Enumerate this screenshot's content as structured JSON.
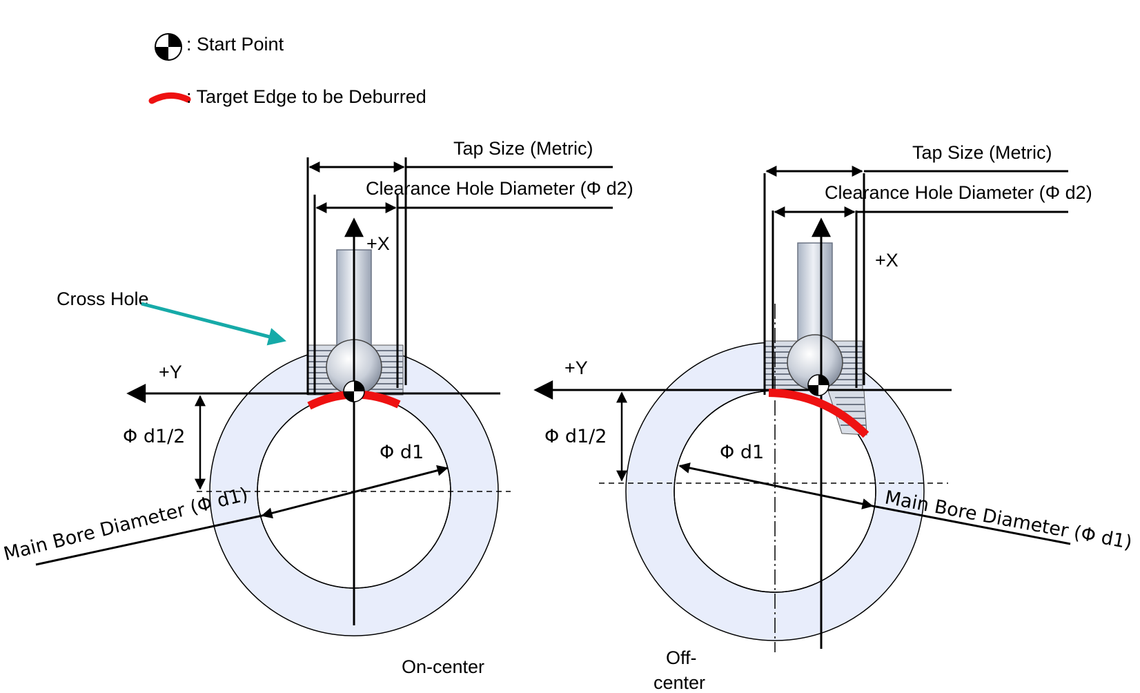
{
  "legend": {
    "start_point": ": Start Point",
    "target_edge": ": Target Edge to be Deburred"
  },
  "left_figure": {
    "tap_size": "Tap Size (Metric)",
    "clearance": "Clearance Hole Diameter (Φ d2)",
    "plus_x": "+X",
    "plus_y": "+Y",
    "cross_hole": "Cross Hole",
    "half_dia": "Φ d1/2",
    "dia": "Φ d1",
    "main_bore": "Main Bore Diameter (Φ d1)",
    "caption": "On-center"
  },
  "right_figure": {
    "tap_size": "Tap Size (Metric)",
    "clearance": "Clearance Hole Diameter (Φ d2)",
    "plus_x": "+X",
    "plus_y": "+Y",
    "half_dia": "Φ d1/2",
    "dia": "Φ d1",
    "main_bore": "Main Bore Diameter (Φ d1)",
    "caption_line1": "Off-",
    "caption_line2": "center"
  },
  "colors": {
    "ring_fill": "#e8edfb",
    "deburr_edge": "#ee1111",
    "cross_hole_arrow": "#16aaa8",
    "line": "#000000"
  }
}
